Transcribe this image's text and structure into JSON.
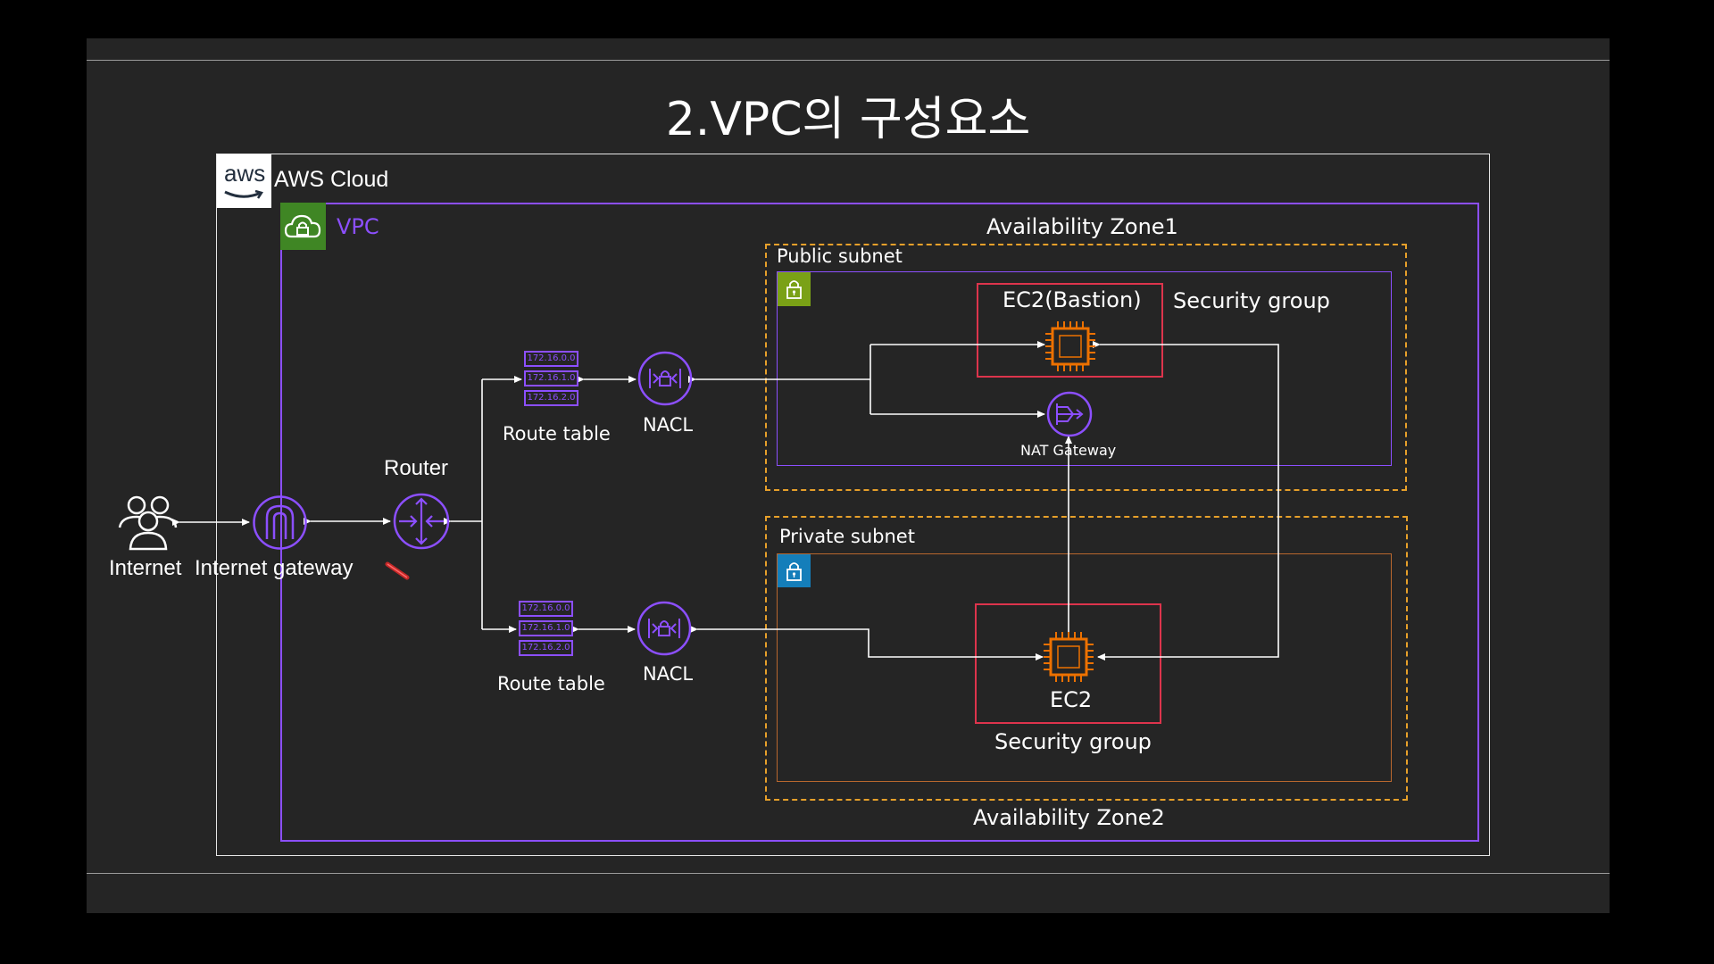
{
  "slide": {
    "title": "2.VPC의 구성요소"
  },
  "diagram": {
    "aws_cloud": {
      "logo_text": "aws",
      "label": "AWS Cloud"
    },
    "vpc": {
      "label": "VPC"
    },
    "az1": {
      "label": "Availability Zone1"
    },
    "az2": {
      "label": "Availability Zone2"
    },
    "public_subnet": {
      "label": "Public subnet"
    },
    "private_subnet": {
      "label": "Private subnet"
    },
    "internet": {
      "label": "Internet"
    },
    "internet_gateway": {
      "label": "Internet gateway"
    },
    "router": {
      "label": "Router"
    },
    "route_table_top": {
      "label": "Route table",
      "entries": [
        "172.16.0.0",
        "172.16.1.0",
        "172.16.2.0"
      ]
    },
    "route_table_bottom": {
      "label": "Route table",
      "entries": [
        "172.16.0.0",
        "172.16.1.0",
        "172.16.2.0"
      ]
    },
    "nacl_top": {
      "label": "NACL"
    },
    "nacl_bottom": {
      "label": "NACL"
    },
    "ec2_bastion": {
      "label": "EC2(Bastion)",
      "sg_label": "Security group"
    },
    "nat_gateway": {
      "label": "NAT Gateway"
    },
    "ec2_private": {
      "label": "EC2",
      "sg_label": "Security group"
    }
  },
  "colors": {
    "vpc": "#8C4FFF",
    "icon_purple": "#8C4FFF",
    "vpc_badge": "#3F8624",
    "public_badge": "#7AA116",
    "private_badge": "#147EBA",
    "az_border": "#E7A02A",
    "private_subnet_border": "#B8672E",
    "security_group": "#DD344C",
    "ec2": "#ED7100"
  }
}
